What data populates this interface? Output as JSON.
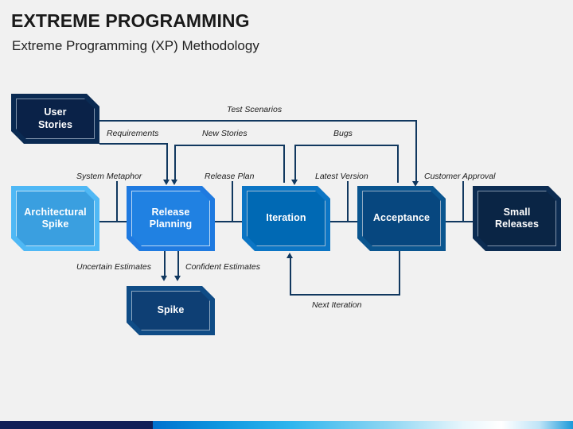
{
  "header": {
    "title": "EXTREME PROGRAMMING",
    "subtitle": "Extreme Programming (XP) Methodology"
  },
  "diagram": {
    "nodes": [
      {
        "id": "user-stories",
        "label": "User\nStories",
        "text": "User Stories",
        "line1": "User",
        "line2": "Stories",
        "fill": "#0a2248",
        "frame": "#0a2a52",
        "inner_border": "#7f93ab"
      },
      {
        "id": "architectural-spike",
        "label": "Architectural Spike",
        "line1": "Architectural",
        "line2": "Spike",
        "fill": "#3a9fe0",
        "frame": "#4fb8f5",
        "inner_border": "#bfe3f8"
      },
      {
        "id": "release-planning",
        "label": "Release Planning",
        "line1": "Release",
        "line2": "Planning",
        "fill": "#2081e2",
        "frame": "#1f7ae0",
        "inner_border": "#bcd9f5"
      },
      {
        "id": "iteration",
        "label": "Iteration",
        "line1": "Iteration",
        "line2": "",
        "fill": "#0069b4",
        "frame": "#0b75c4",
        "inner_border": "#9dbcd6"
      },
      {
        "id": "acceptance",
        "label": "Acceptance",
        "line1": "Acceptance",
        "line2": "",
        "fill": "#07477f",
        "frame": "#0a558f",
        "inner_border": "#8fa9c2"
      },
      {
        "id": "small-releases",
        "label": "Small Releases",
        "line1": "Small",
        "line2": "Releases",
        "fill": "#0a2545",
        "frame": "#0c2c52",
        "inner_border": "#7f93ab"
      },
      {
        "id": "spike",
        "label": "Spike",
        "line1": "Spike",
        "line2": "",
        "fill": "#0e3f74",
        "frame": "#0f4c86",
        "inner_border": "#8fa9c2"
      }
    ],
    "edge_labels": [
      {
        "id": "requirements",
        "text": "Requirements"
      },
      {
        "id": "new-stories",
        "text": "New Stories"
      },
      {
        "id": "test-scenarios",
        "text": "Test Scenarios"
      },
      {
        "id": "bugs",
        "text": "Bugs"
      },
      {
        "id": "system-metaphor",
        "text": "System Metaphor"
      },
      {
        "id": "release-plan",
        "text": "Release Plan"
      },
      {
        "id": "latest-version",
        "text": "Latest Version"
      },
      {
        "id": "customer-approval",
        "text": "Customer Approval"
      },
      {
        "id": "uncertain-estimates",
        "text": "Uncertain Estimates"
      },
      {
        "id": "confident-estimates",
        "text": "Confident Estimates"
      },
      {
        "id": "next-iteration",
        "text": "Next Iteration"
      }
    ]
  },
  "colors": {
    "background": "#f1f1f1",
    "connector": "#11385f",
    "title_text": "#1a1a1a",
    "bar_dark": "#111f58",
    "bar_blue": "#0071ce"
  }
}
